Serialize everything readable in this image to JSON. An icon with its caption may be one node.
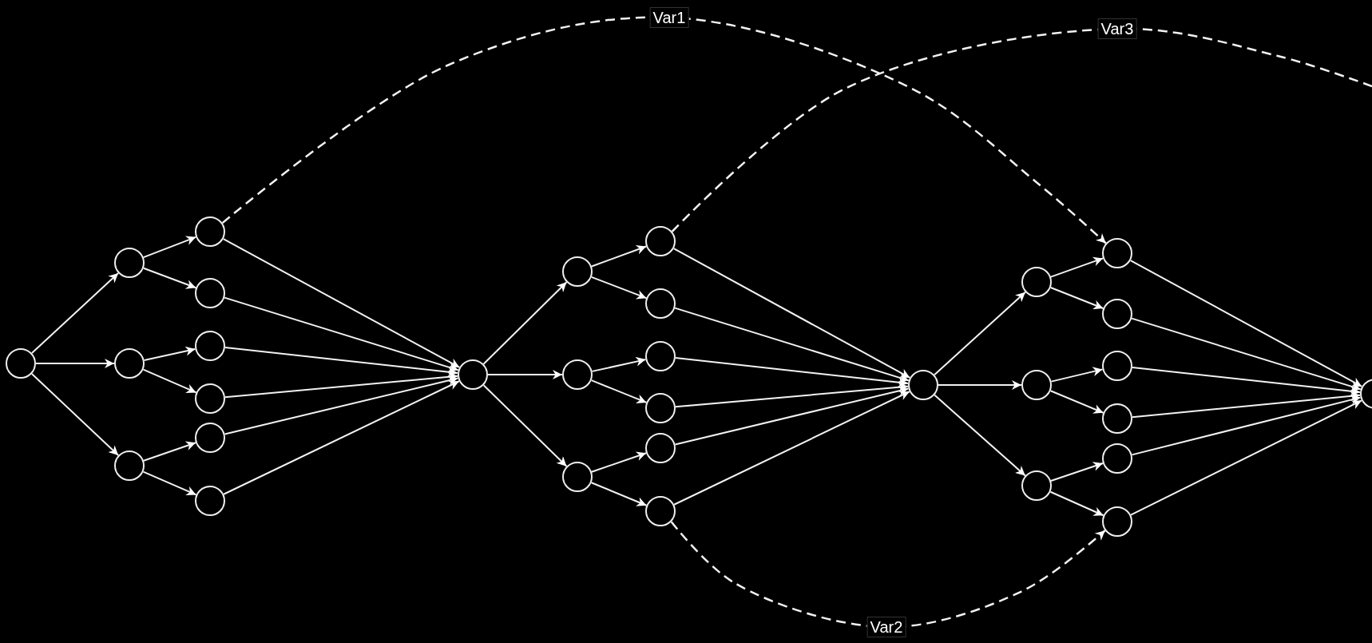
{
  "diagram": {
    "nodes": [
      {
        "text": [],
        "shape": "circle"
      },
      {
        "text": [],
        "shape": "circle"
      },
      {
        "text": [],
        "shape": "circle"
      },
      {
        "text": [],
        "shape": "circle"
      },
      {
        "text": [],
        "shape": "circle"
      },
      {
        "text": [],
        "shape": "circle"
      },
      {
        "text": [],
        "shape": "circle"
      },
      {
        "text": [],
        "shape": "circle"
      },
      {
        "text": [],
        "shape": "circle"
      },
      {
        "text": [],
        "shape": "circle"
      },
      {
        "text": [],
        "shape": "circle"
      },
      {
        "text": [],
        "shape": "circle"
      },
      {
        "text": [],
        "shape": "circle"
      },
      {
        "text": [],
        "shape": "circle"
      },
      {
        "text": [],
        "shape": "circle"
      },
      {
        "text": [],
        "shape": "circle"
      },
      {
        "text": [],
        "shape": "circle"
      },
      {
        "text": [],
        "shape": "circle"
      },
      {
        "text": [],
        "shape": "circle"
      },
      {
        "text": [],
        "shape": "circle"
      },
      {
        "text": [],
        "shape": "circle"
      },
      {
        "text": [],
        "shape": "circle"
      },
      {
        "text": [],
        "shape": "circle"
      },
      {
        "text": [],
        "shape": "circle"
      },
      {
        "text": [],
        "shape": "circle"
      },
      {
        "text": [],
        "shape": "circle"
      },
      {
        "text": [],
        "shape": "circle"
      },
      {
        "text": [],
        "shape": "circle"
      },
      {
        "text": [],
        "shape": "circle"
      },
      {
        "text": [],
        "shape": "circle"
      },
      {
        "text": [],
        "shape": "circle"
      }
    ],
    "edges": [
      {
        "from": 0,
        "to": 1,
        "arrow": "to"
      },
      {
        "from": 0,
        "to": 2,
        "arrow": "to"
      },
      {
        "from": 0,
        "to": 3,
        "arrow": "to"
      },
      {
        "from": 1,
        "to": 4,
        "arrow": "to"
      },
      {
        "from": 1,
        "to": 5,
        "arrow": "to"
      },
      {
        "from": 2,
        "to": 6,
        "arrow": "to"
      },
      {
        "from": 2,
        "to": 7,
        "arrow": "to"
      },
      {
        "from": 3,
        "to": 8,
        "arrow": "to"
      },
      {
        "from": 3,
        "to": 9,
        "arrow": "to"
      },
      {
        "from": 4,
        "to": 10,
        "arrow": "to"
      },
      {
        "from": 5,
        "to": 10,
        "arrow": "to"
      },
      {
        "from": 6,
        "to": 10,
        "arrow": "to"
      },
      {
        "from": 7,
        "to": 10,
        "arrow": "to"
      },
      {
        "from": 8,
        "to": 10,
        "arrow": "to"
      },
      {
        "from": 9,
        "to": 10,
        "arrow": "to"
      },
      {
        "from": 10,
        "to": 11,
        "arrow": "to"
      },
      {
        "from": 10,
        "to": 12,
        "arrow": "to"
      },
      {
        "from": 10,
        "to": 13,
        "arrow": "to"
      },
      {
        "from": 11,
        "to": 14,
        "arrow": "to"
      },
      {
        "from": 11,
        "to": 15,
        "arrow": "to"
      },
      {
        "from": 12,
        "to": 16,
        "arrow": "to"
      },
      {
        "from": 12,
        "to": 17,
        "arrow": "to"
      },
      {
        "from": 13,
        "to": 18,
        "arrow": "to"
      },
      {
        "from": 13,
        "to": 19,
        "arrow": "to"
      },
      {
        "from": 14,
        "to": 20,
        "arrow": "to"
      },
      {
        "from": 15,
        "to": 20,
        "arrow": "to"
      },
      {
        "from": 16,
        "to": 20,
        "arrow": "to"
      },
      {
        "from": 17,
        "to": 20,
        "arrow": "to"
      },
      {
        "from": 18,
        "to": 20,
        "arrow": "to"
      },
      {
        "from": 19,
        "to": 20,
        "arrow": "to"
      },
      {
        "from": 20,
        "to": 21,
        "arrow": "to"
      },
      {
        "from": 20,
        "to": 22,
        "arrow": "to"
      },
      {
        "from": 20,
        "to": 23,
        "arrow": "to"
      },
      {
        "from": 21,
        "to": 24,
        "arrow": "to"
      },
      {
        "from": 21,
        "to": 25,
        "arrow": "to"
      },
      {
        "from": 22,
        "to": 26,
        "arrow": "to"
      },
      {
        "from": 22,
        "to": 27,
        "arrow": "to"
      },
      {
        "from": 23,
        "to": 28,
        "arrow": "to"
      },
      {
        "from": 23,
        "to": 29,
        "arrow": "to"
      },
      {
        "from": 24,
        "to": 30,
        "arrow": "to"
      },
      {
        "from": 25,
        "to": 30,
        "arrow": "to"
      },
      {
        "from": 26,
        "to": 30,
        "arrow": "to"
      },
      {
        "from": 27,
        "to": 30,
        "arrow": "to"
      },
      {
        "from": 28,
        "to": 30,
        "arrow": "to"
      },
      {
        "from": 29,
        "to": 30,
        "arrow": "to"
      },
      {
        "from": 4,
        "to": 24,
        "arrow": "to",
        "label": "Var1",
        "style": "dashed"
      },
      {
        "from": 19,
        "to": 29,
        "arrow": "to",
        "label": "Var2",
        "style": "dashed"
      },
      {
        "from": 14,
        "to": null,
        "arrow": "none",
        "label": "Var3",
        "style": "dashed"
      }
    ]
  }
}
